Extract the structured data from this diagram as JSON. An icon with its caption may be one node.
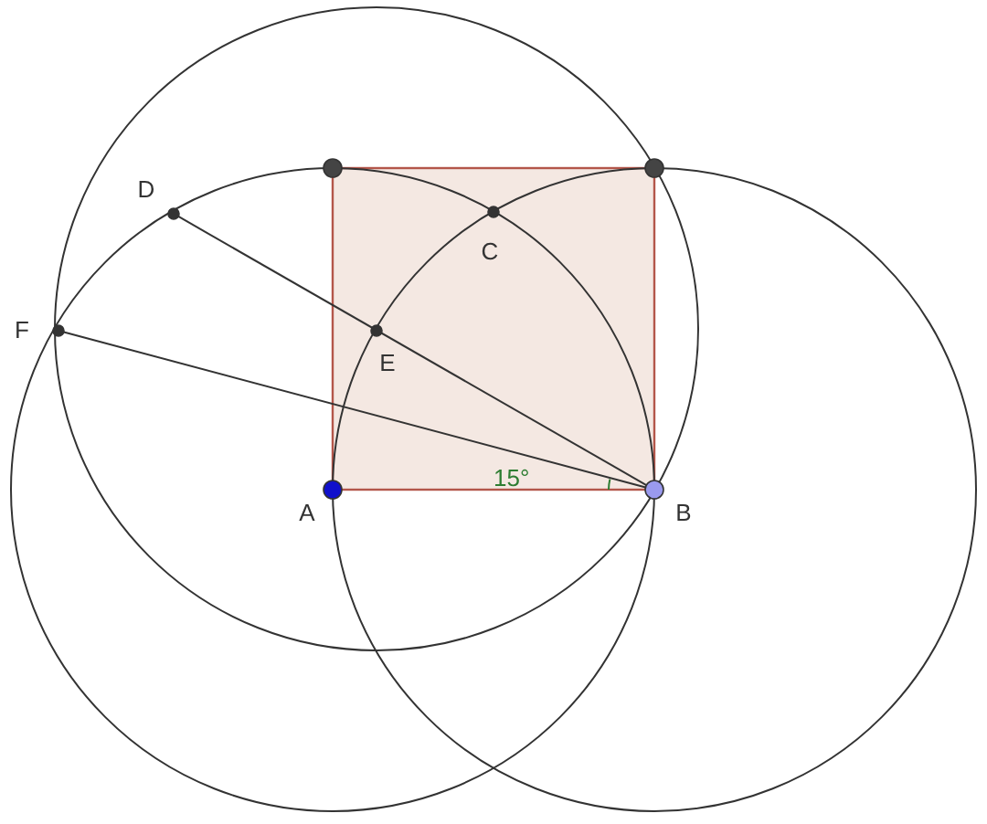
{
  "diagram": {
    "nodes": [
      {
        "text": [],
        "shape": "circle"
      },
      {
        "text": [],
        "shape": "circle"
      },
      {
        "text": [
          "D"
        ]
      },
      {
        "text": [
          "C"
        ]
      },
      {
        "text": [
          "F"
        ]
      },
      {
        "text": [
          "E"
        ]
      },
      {
        "text": [
          "A"
        ]
      },
      {
        "text": [
          "B"
        ]
      }
    ],
    "edges": [
      {
        "from": 4,
        "to": 7,
        "arrow": "none"
      },
      {
        "from": 2,
        "to": 7,
        "arrow": "none"
      }
    ],
    "labels": [
      "15°"
    ]
  }
}
